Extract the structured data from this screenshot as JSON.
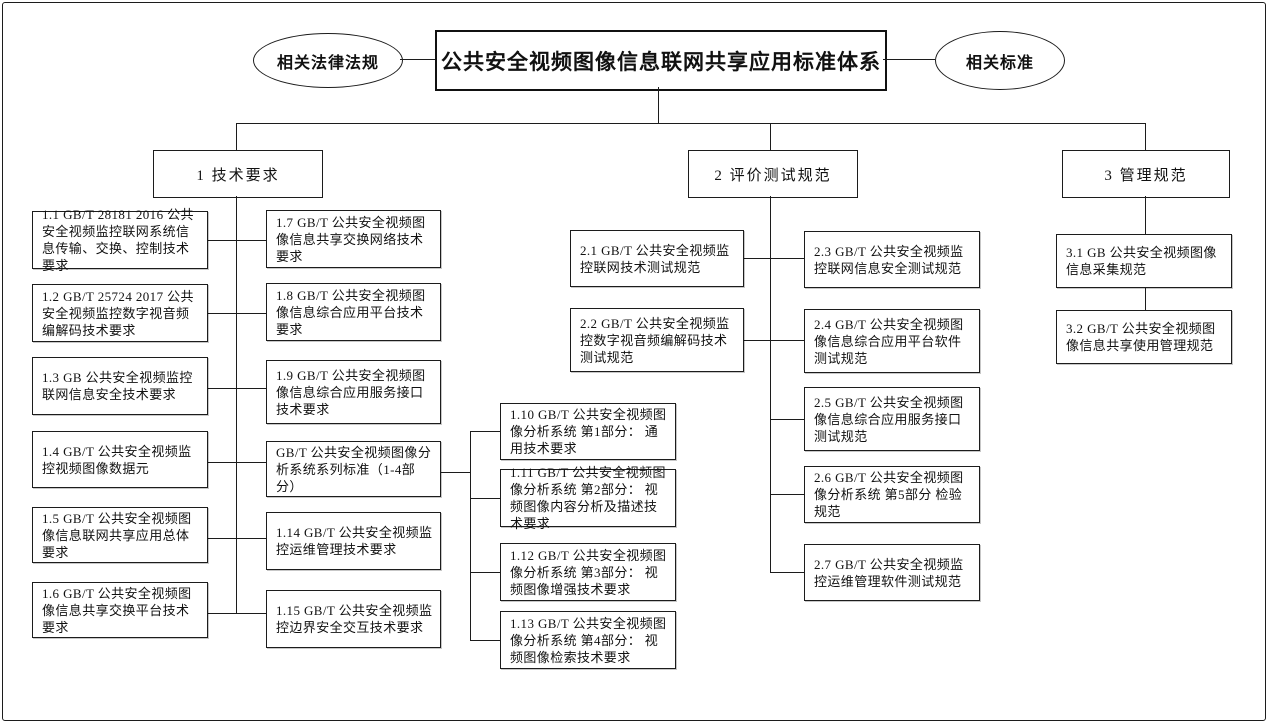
{
  "diagram": {
    "title": "公共安全视频图像信息联网共享应用标准体系",
    "related_left": "相关法律法规",
    "related_right": "相关标准",
    "categories": {
      "c1": "1 技术要求",
      "c2": "2 评价测试规范",
      "c3": "3 管理规范"
    },
    "boxes": {
      "b1_1": "1.1 GB/T 28181 2016 公共安全视频监控联网系统信息传输、交换、控制技术要求",
      "b1_2": "1.2 GB/T 25724 2017 公共安全视频监控数字视音频编解码技术要求",
      "b1_3": "1.3 GB 公共安全视频监控联网信息安全技术要求",
      "b1_4": "1.4 GB/T 公共安全视频监控视频图像数据元",
      "b1_5": "1.5 GB/T 公共安全视频图像信息联网共享应用总体要求",
      "b1_6": "1.6 GB/T 公共安全视频图像信息共享交换平台技术要求",
      "b1_7": "1.7 GB/T 公共安全视频图像信息共享交换网络技术要求",
      "b1_8": "1.8 GB/T 公共安全视频图像信息综合应用平台技术要求",
      "b1_9": "1.9 GB/T 公共安全视频图像信息综合应用服务接口技术要求",
      "b_series": "GB/T 公共安全视频图像分析系统系列标准（1-4部分）",
      "b1_14": "1.14 GB/T 公共安全视频监控运维管理技术要求",
      "b1_15": "1.15 GB/T 公共安全视频监控边界安全交互技术要求",
      "b1_10": "1.10 GB/T 公共安全视频图像分析系统 第1部分： 通用技术要求",
      "b1_11": "1.11 GB/T 公共安全视频图像分析系统 第2部分： 视频图像内容分析及描述技术要求",
      "b1_12": "1.12 GB/T 公共安全视频图像分析系统 第3部分： 视频图像增强技术要求",
      "b1_13": "1.13 GB/T 公共安全视频图像分析系统 第4部分： 视频图像检索技术要求",
      "b2_1": "2.1 GB/T 公共安全视频监控联网技术测试规范",
      "b2_2": "2.2 GB/T 公共安全视频监控数字视音频编解码技术测试规范",
      "b2_3": "2.3 GB/T 公共安全视频监控联网信息安全测试规范",
      "b2_4": "2.4 GB/T 公共安全视频图像信息综合应用平台软件测试规范",
      "b2_5": "2.5 GB/T 公共安全视频图像信息综合应用服务接口测试规范",
      "b2_6": "2.6 GB/T 公共安全视频图像分析系统 第5部分 检验规范",
      "b2_7": "2.7 GB/T 公共安全视频监控运维管理软件测试规范",
      "b3_1": "3.1 GB 公共安全视频图像信息采集规范",
      "b3_2": "3.2 GB/T 公共安全视频图像信息共享使用管理规范"
    }
  }
}
